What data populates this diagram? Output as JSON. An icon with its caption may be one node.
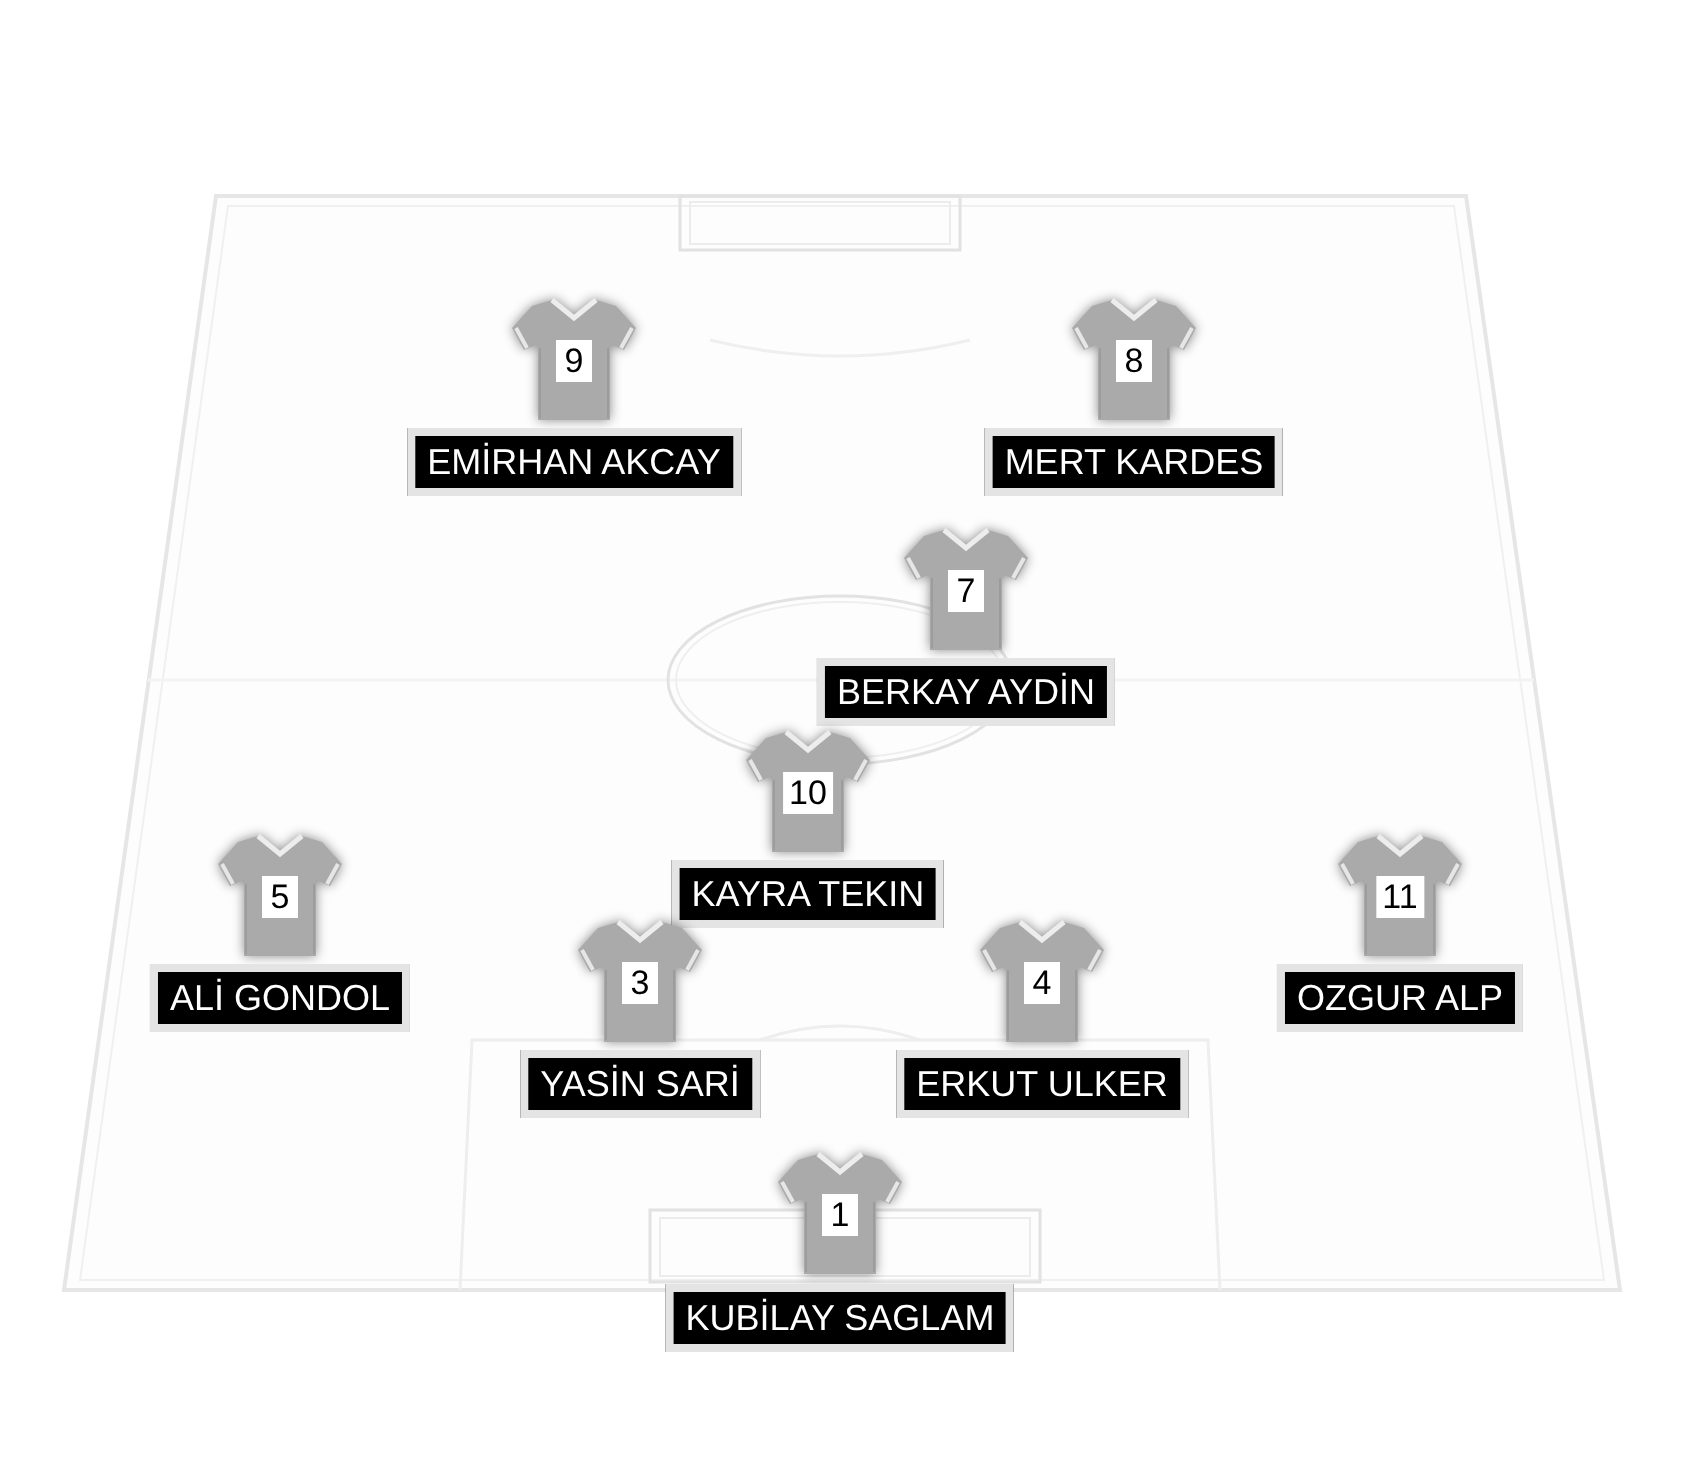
{
  "diagram": {
    "nodes": [
      {
        "text": [
          "9"
        ]
      },
      {
        "text": [
          "EMİRHAN AKCAY"
        ]
      },
      {
        "text": [
          "8"
        ]
      },
      {
        "text": [
          "MERT KARDES"
        ]
      },
      {
        "text": [
          "7"
        ]
      },
      {
        "text": [
          "BERKAY AYDİN"
        ]
      },
      {
        "text": [
          "10"
        ]
      },
      {
        "text": [
          "KAYRA TEKIN"
        ]
      },
      {
        "text": [
          "5"
        ]
      },
      {
        "text": [
          "ALİ GONDOL"
        ]
      },
      {
        "text": [
          "11"
        ]
      },
      {
        "text": [
          "OZGUR ALP"
        ]
      },
      {
        "text": [
          "3"
        ]
      },
      {
        "text": [
          "YASİN SARİ"
        ]
      },
      {
        "text": [
          "4"
        ]
      },
      {
        "text": [
          "ERKUT ULKER"
        ]
      },
      {
        "text": [
          "1"
        ]
      },
      {
        "text": [
          "KUBİLAY SAGLAM"
        ]
      }
    ]
  }
}
